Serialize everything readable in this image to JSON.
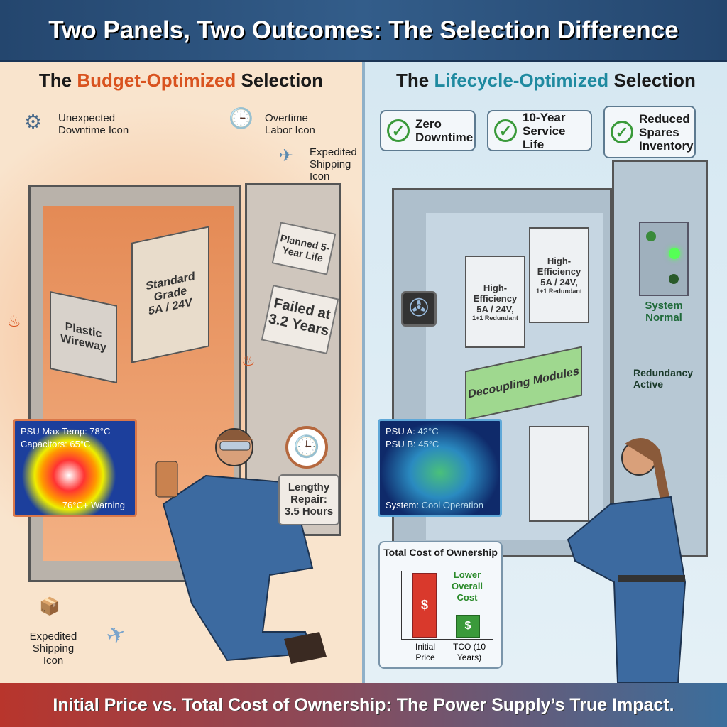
{
  "title": "Two Panels, Two Outcomes: The Selection Difference",
  "footer": "Initial Price vs. Total Cost of Ownership: The Power Supply’s True Impact.",
  "left": {
    "heading_pre": "The ",
    "heading_highlight": "Budget-Optimized",
    "heading_post": " Selection",
    "labels": {
      "downtime": "Unexpected Downtime Icon",
      "overtime": "Overtime Labor Icon",
      "shipping_top": "Expedited Shipping Icon",
      "shipping_bottom": "Expedited Shipping Icon"
    },
    "psu": {
      "line1": "Standard",
      "line2": "Grade",
      "line3": "5A / 24V"
    },
    "wireway": "Plastic Wireway",
    "planned": "Planned 5-Year Life",
    "failed": "Failed at 3.2 Years",
    "thermal": {
      "line1": "PSU Max Temp: 78°C",
      "line2": "Capacitors: 65°C",
      "warning": "76°C+ Warning"
    },
    "repair": {
      "line1": "Lengthy",
      "line2": "Repair:",
      "line3": "3.5 Hours"
    },
    "colors": {
      "accent": "#d9531f",
      "background": "#f9e3cc"
    }
  },
  "right": {
    "heading_pre": "The ",
    "heading_highlight": "Lifecycle-Optimized",
    "heading_post": " Selection",
    "callouts": [
      {
        "label": "Zero Downtime"
      },
      {
        "label": "10-Year Service Life"
      },
      {
        "label": "Reduced Spares Inventory"
      }
    ],
    "psu": {
      "line1": "High-",
      "line2": "Efficiency",
      "line3": "5A / 24V,",
      "line4": "1+1 Redundant"
    },
    "decoupling": "Decoupling Modules",
    "redundancy": "Redundancy Active",
    "system_normal": "System Normal",
    "thermal": {
      "line1_key": "PSU A: ",
      "line1_val": "42°C",
      "line2_key": "PSU B: ",
      "line2_val": "45°C",
      "status_key": "System: ",
      "status_val": "Cool Operation"
    },
    "tco": {
      "title": "Total Cost of Ownership",
      "note": "Lower Overall Cost",
      "bars": [
        {
          "label": "Initial Price",
          "symbol": "$",
          "level": 0.95,
          "color": "#d9392c"
        },
        {
          "label": "TCO (10 Years)",
          "symbol": "$",
          "level": 0.33,
          "color": "#3a9a3a"
        }
      ]
    },
    "colors": {
      "accent": "#1f8aa0",
      "check": "#3a9a3a",
      "background": "#dcebf4"
    }
  }
}
